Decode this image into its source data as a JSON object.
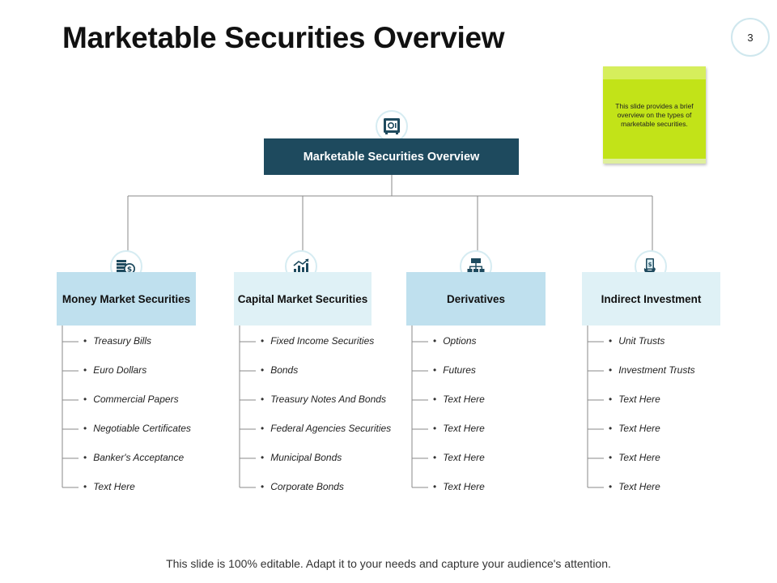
{
  "slide": {
    "title": "Marketable Securities Overview",
    "page_number": "3",
    "note": "This slide provides a brief overview on the types of marketable securities.",
    "footer": "This slide is 100% editable. Adapt it to your needs and capture your audience's attention."
  },
  "root": {
    "label": "Marketable Securities Overview",
    "icon": "safe-icon"
  },
  "categories": [
    {
      "label": "Money Market Securities",
      "icon": "money-coins-icon",
      "color": "#bfe0ee",
      "items": [
        "Treasury Bills",
        "Euro Dollars",
        "Commercial Papers",
        "Negotiable Certificates",
        "Banker's Acceptance",
        "Text Here"
      ]
    },
    {
      "label": "Capital Market Securities",
      "icon": "growth-chart-icon",
      "color": "#dff1f6",
      "items": [
        "Fixed Income Securities",
        "Bonds",
        "Treasury Notes And Bonds",
        "Federal Agencies Securities",
        "Municipal Bonds",
        "Corporate Bonds"
      ]
    },
    {
      "label": "Derivatives",
      "icon": "hierarchy-icon",
      "color": "#bfe0ee",
      "items": [
        "Options",
        "Futures",
        "Text Here",
        "Text Here",
        "Text Here",
        "Text Here"
      ]
    },
    {
      "label": "Indirect Investment",
      "icon": "hand-money-icon",
      "color": "#dff1f6",
      "items": [
        "Unit Trusts",
        "Investment Trusts",
        "Text Here",
        "Text Here",
        "Text Here",
        "Text Here"
      ]
    }
  ],
  "colors": {
    "root_fill": "#1e4a5e",
    "note_fill": "#c2e318",
    "connector": "#8a8a8a"
  }
}
